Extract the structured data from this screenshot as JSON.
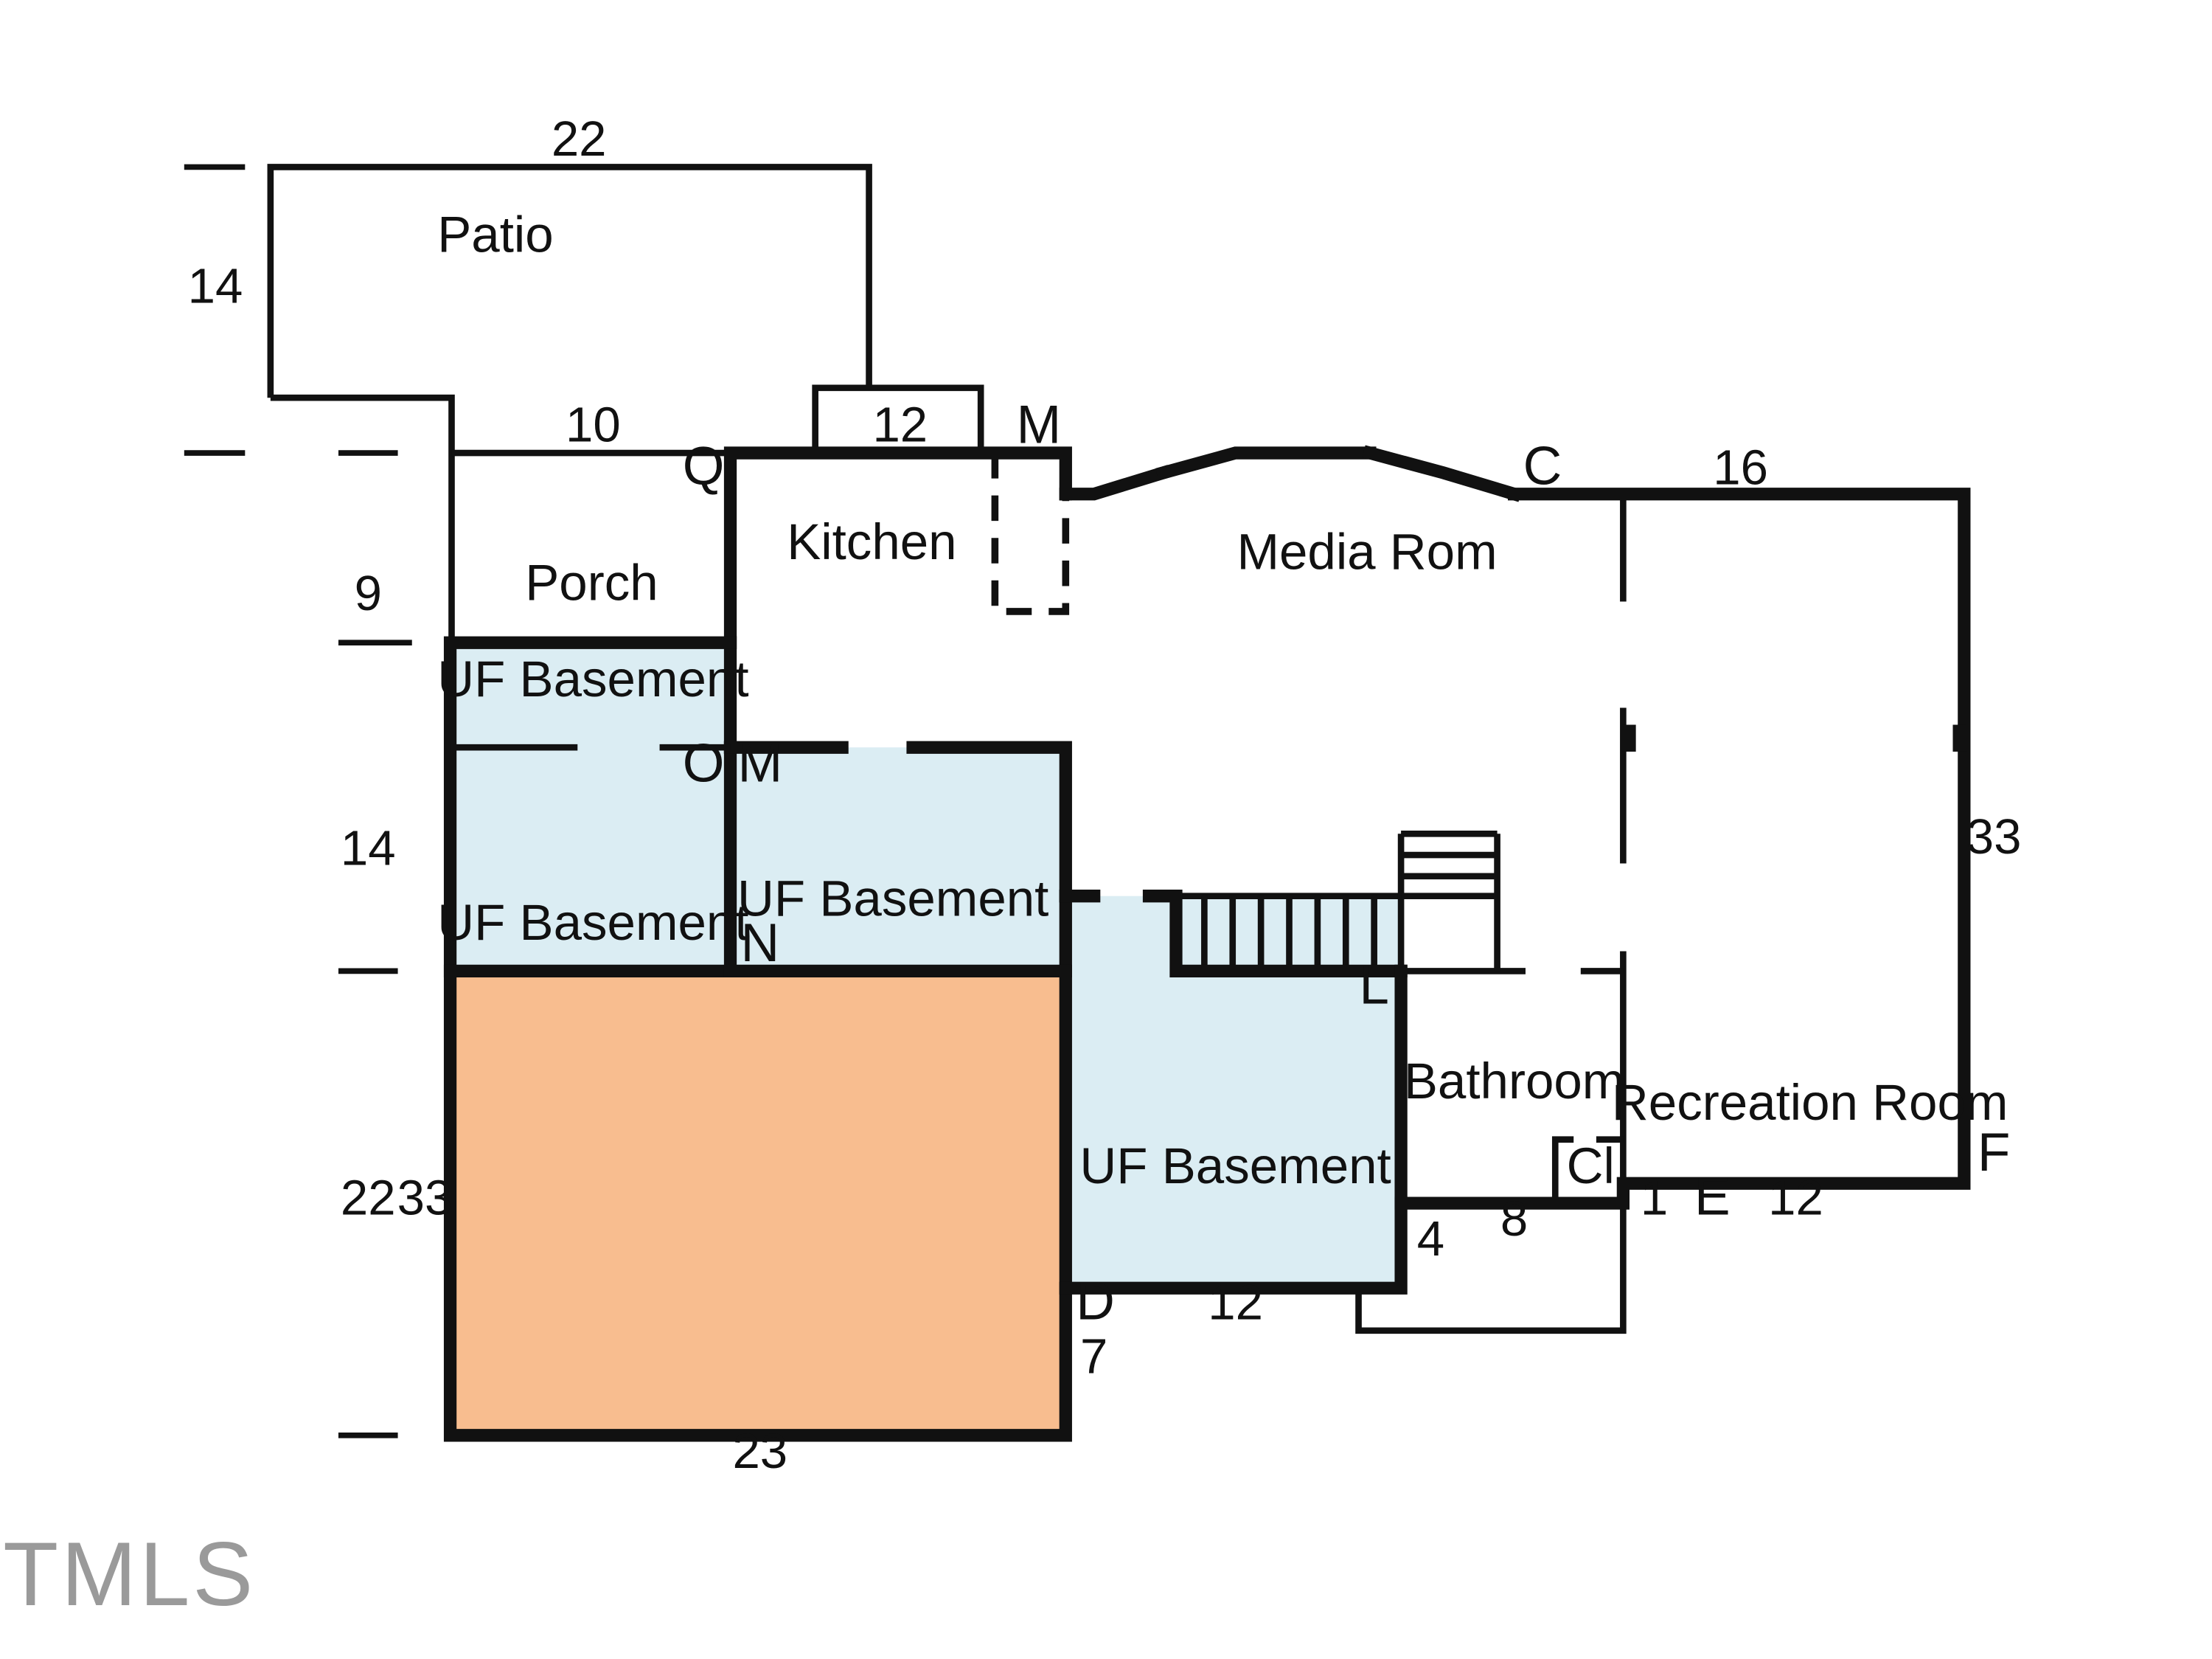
{
  "rooms": {
    "patio": "Patio",
    "porch": "Porch",
    "kitchen": "Kitchen",
    "media_room": "Media Rom",
    "recreation_room": "Recreation Room",
    "bathroom": "Bathroom",
    "closet": "Cl",
    "uf_basement_1": "UF Basement",
    "uf_basement_2": "UF Basement",
    "uf_basement_3": "UF Basement",
    "uf_basement_4": "UF Basement"
  },
  "dimensions": {
    "patio_top": "22",
    "patio_left": "14",
    "porch_top": "10",
    "kitchen_top": "12",
    "porch_left": "9",
    "basement_left": "14",
    "garage_left_a": "22",
    "garage_left_b": "33",
    "garage_bottom": "23",
    "uf_bottom": "12",
    "uf_right_low": "7",
    "bath_step": "4",
    "bath_bottom": "8",
    "rec_step": "1",
    "rec_bottom": "12",
    "rec_top": "16",
    "rec_right": "33"
  },
  "points": {
    "q": "Q",
    "m_top": "M",
    "c": "C",
    "o": "O",
    "m_mid": "M",
    "n": "N",
    "l": "L",
    "d": "D",
    "e": "E",
    "f": "F"
  },
  "watermark": "TMLS",
  "colors": {
    "line": "#111111",
    "uf_fill": "#dbedf3",
    "garage_fill": "#f8bd8f",
    "background": "#ffffff"
  }
}
